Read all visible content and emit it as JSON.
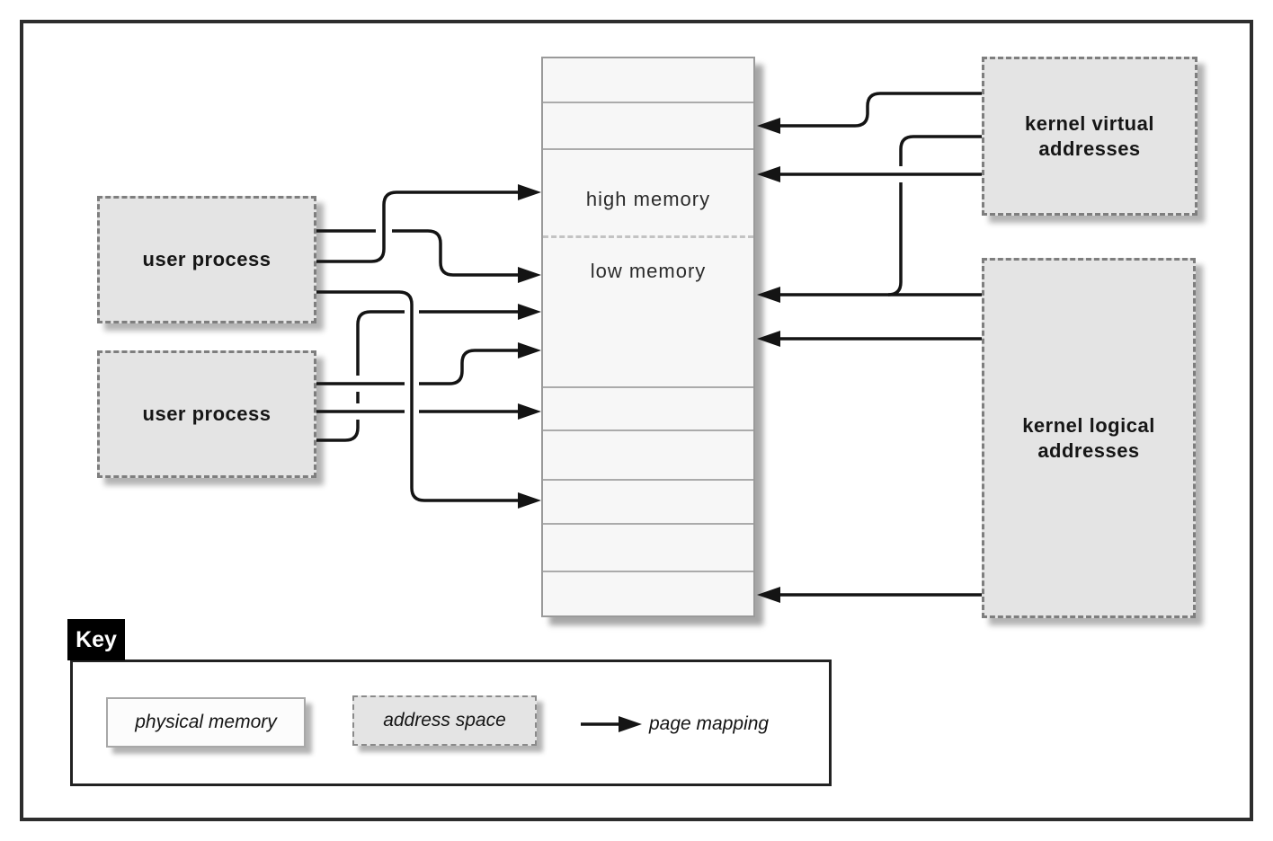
{
  "boxes": {
    "user_process_1": {
      "label": "user process"
    },
    "user_process_2": {
      "label": "user process"
    },
    "kernel_virtual": {
      "line1": "kernel virtual",
      "line2": "addresses"
    },
    "kernel_logical": {
      "line1": "kernel logical",
      "line2": "addresses"
    }
  },
  "memory": {
    "high_label": "high memory",
    "low_label": "low memory"
  },
  "key": {
    "title": "Key",
    "physical_memory_label": "physical memory",
    "address_space_label": "address space",
    "page_mapping_label": "page mapping"
  },
  "colors": {
    "address_space_fill": "#e4e4e4",
    "physical_memory_fill": "#f7f7f7",
    "arrow_color": "#141414",
    "outer_border": "#2d2d2d",
    "key_tab_bg": "#000000"
  }
}
